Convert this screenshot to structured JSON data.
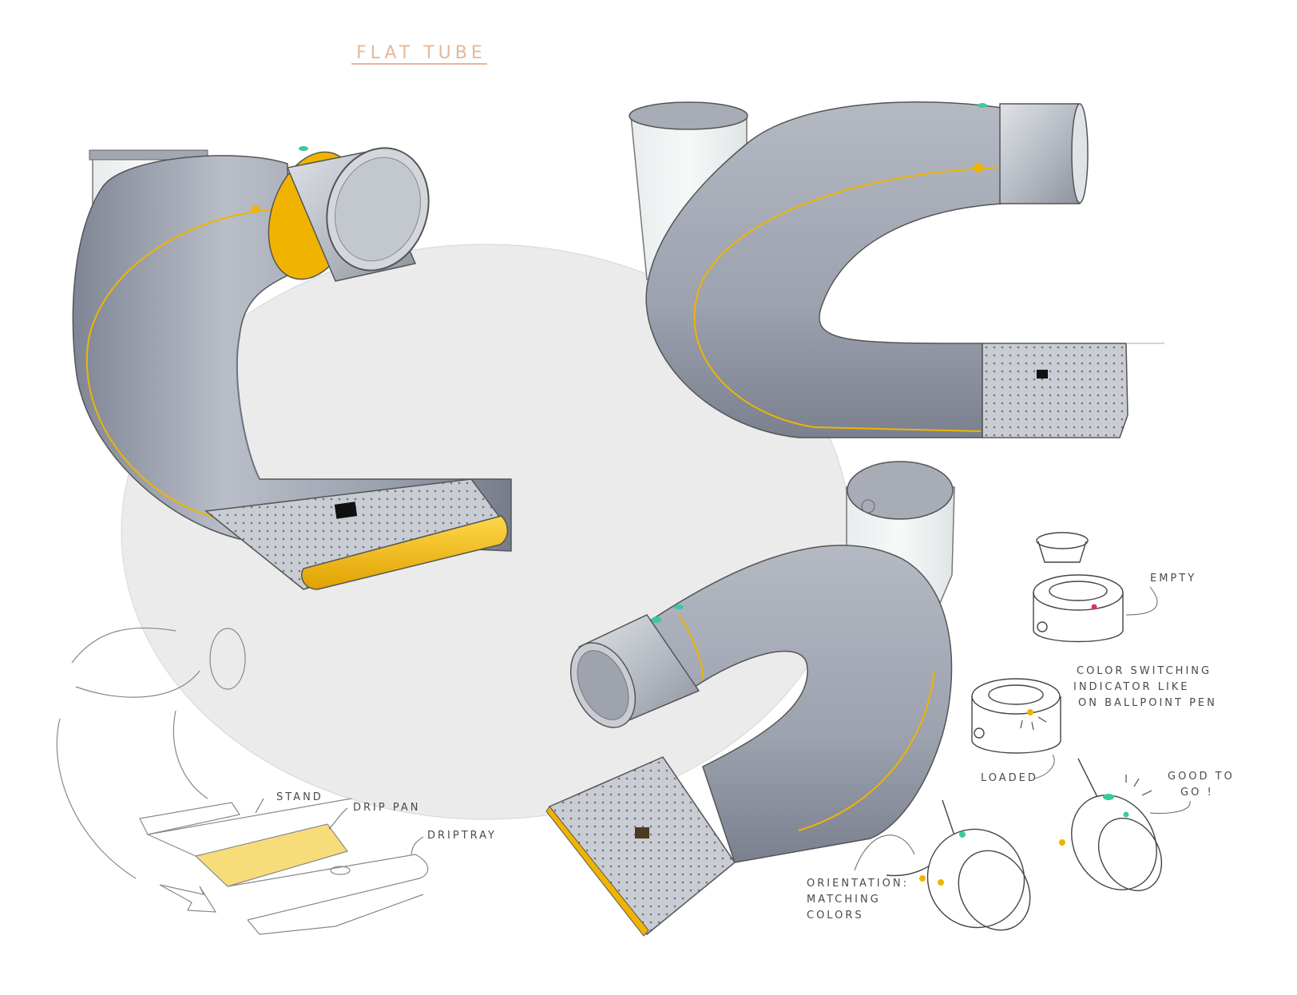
{
  "sketch": {
    "title": "FLAT TUBE",
    "labels": {
      "stand": "STAND",
      "drip_pan": "DRIP PAN",
      "driptray": "DRIPTRAY",
      "empty": "EMPTY",
      "color_switching_1": "COLOR SWITCHING",
      "color_switching_2": "INDICATOR LIKE",
      "color_switching_3": "ON BALLPOINT PEN",
      "loaded": "LOADED",
      "good_to_go_1": "GOOD TO",
      "good_to_go_2": "GO !",
      "orientation_1": "ORIENTATION:",
      "orientation_2": "MATCHING",
      "orientation_3": "COLORS"
    },
    "colors": {
      "body": "#9aa1ae",
      "accent_yellow": "#f0b400",
      "indicator_green": "#3cc9a0",
      "indicator_red": "#d8336b",
      "backdrop": "#ebebeb"
    }
  }
}
